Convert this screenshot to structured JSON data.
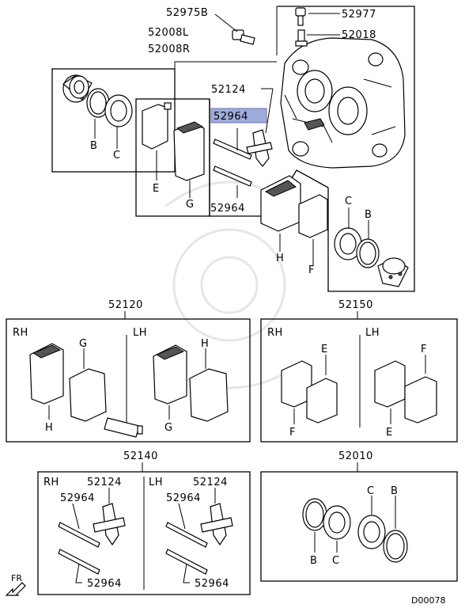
{
  "labels": {
    "p52975B": "52975B",
    "p52008L": "52008L",
    "p52008R": "52008R",
    "p52977": "52977",
    "p52018": "52018",
    "p52124_top": "52124",
    "p52964_hl": "52964",
    "p52964_mid": "52964",
    "B_top": "B",
    "C_top": "C",
    "E_top": "E",
    "G_top": "G",
    "H_top": "H",
    "F_top": "F",
    "C_right": "C",
    "B_right": "B",
    "kit_52120": "52120",
    "kit_52150": "52150",
    "kit_52140": "52140",
    "kit_52010": "52010",
    "rh_a": "RH",
    "lh_a": "LH",
    "rh_b": "RH",
    "lh_b": "LH",
    "rh_c": "RH",
    "lh_c": "LH",
    "g_a1": "G",
    "h_a1": "H",
    "h_a2": "H",
    "g_a2": "G",
    "e_b1": "E",
    "f_b1": "F",
    "f_b2": "F",
    "e_b2": "E",
    "k124_rh": "52124",
    "k964a_rh": "52964",
    "k964b_rh": "52964",
    "k124_lh": "52124",
    "k964a_lh": "52964",
    "k964b_lh": "52964",
    "c_d1": "C",
    "b_d1": "B",
    "b_d2": "B",
    "c_d2": "C",
    "fr": "FR",
    "code": "D00078"
  },
  "highlight_color": "#7f8fcf"
}
